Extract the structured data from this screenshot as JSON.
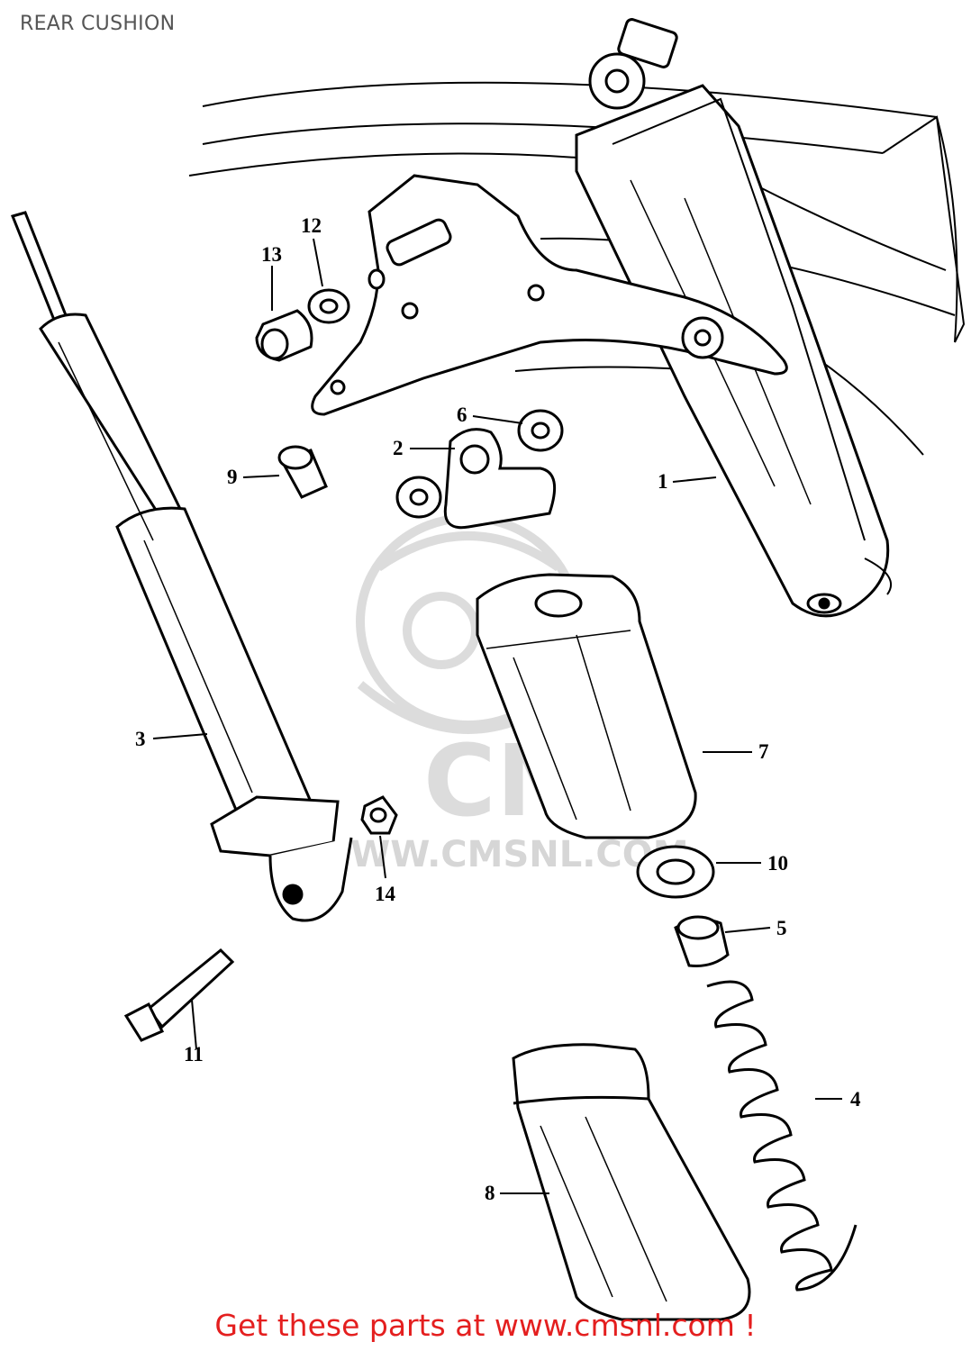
{
  "header": {
    "title": "REAR CUSHION"
  },
  "diagram": {
    "type": "exploded-parts-diagram",
    "callouts": [
      {
        "id": "1",
        "label": "1"
      },
      {
        "id": "2",
        "label": "2"
      },
      {
        "id": "3",
        "label": "3"
      },
      {
        "id": "4",
        "label": "4"
      },
      {
        "id": "5",
        "label": "5"
      },
      {
        "id": "6",
        "label": "6"
      },
      {
        "id": "7",
        "label": "7"
      },
      {
        "id": "8",
        "label": "8"
      },
      {
        "id": "9",
        "label": "9"
      },
      {
        "id": "10",
        "label": "10"
      },
      {
        "id": "11",
        "label": "11"
      },
      {
        "id": "12",
        "label": "12"
      },
      {
        "id": "13",
        "label": "13"
      },
      {
        "id": "14",
        "label": "14"
      }
    ],
    "watermark": {
      "logo_text": "CMS",
      "url_text": "WWW.CMSNL.COM"
    }
  },
  "footer": {
    "promo_text": "Get these parts at www.cmsnl.com !"
  },
  "colors": {
    "promo": "#e41f1f",
    "title": "#555555",
    "line": "#000000",
    "watermark": "#d6d6d6"
  }
}
